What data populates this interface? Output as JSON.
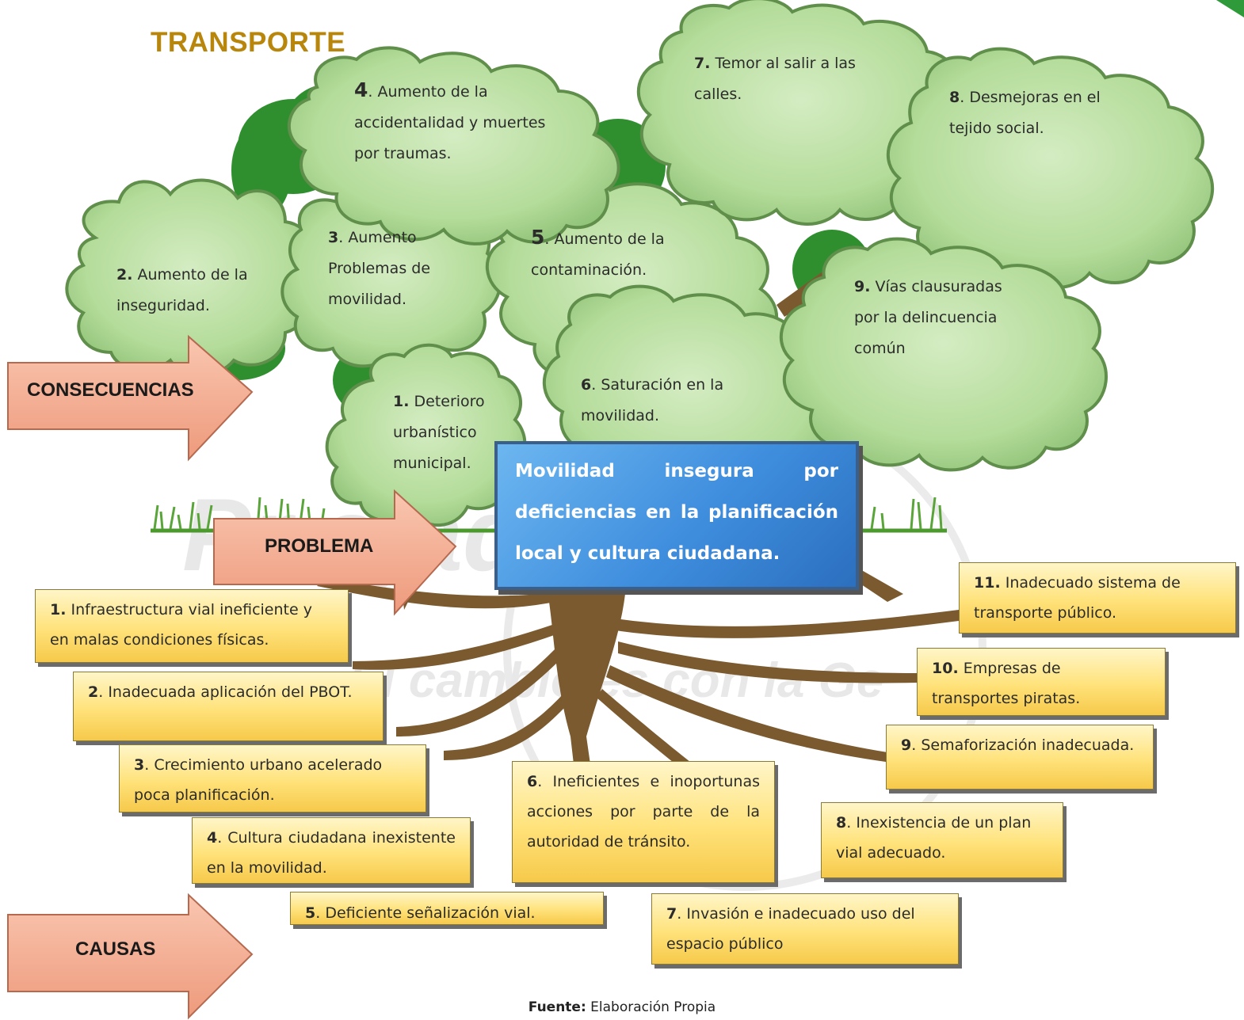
{
  "title": "TRANSPORTE",
  "labels": {
    "consequences": "CONSECUENCIAS",
    "problem": "PROBLEMA",
    "causes": "CAUSAS"
  },
  "problem": "Movilidad insegura por deficiencias en la planificación local y cultura ciudadana.",
  "consequences": [
    {
      "num": "1.",
      "text": " Deterioro urbanístico municipal."
    },
    {
      "num": "2.",
      "text": " Aumento de la inseguridad."
    },
    {
      "num": "3",
      "text": ". Aumento Problemas de movilidad."
    },
    {
      "num": "4",
      "text": ". Aumento de la accidentalidad y muertes por traumas."
    },
    {
      "num": "5",
      "text": ". Aumento de la contaminación."
    },
    {
      "num": "6",
      "text": ". Saturación en la movilidad."
    },
    {
      "num": "7.",
      "text": " Temor al salir a las calles."
    },
    {
      "num": "8",
      "text": ". Desmejoras en el tejido social."
    },
    {
      "num": "9.",
      "text": " Vías clausuradas por la delincuencia común"
    }
  ],
  "causes": [
    {
      "num": "1.",
      "text": " Infraestructura vial ineficiente y en malas condiciones físicas."
    },
    {
      "num": "2",
      "text": ".  Inadecuada aplicación del PBOT."
    },
    {
      "num": "3",
      "text": ".  Crecimiento urbano acelerado poca planificación."
    },
    {
      "num": "4",
      "text": ".          Cultura          ciudadana inexistente en la movilidad."
    },
    {
      "num": "5",
      "text": ". Deficiente señalización vial."
    },
    {
      "num": "6",
      "text": ".  Ineficientes e inoportunas acciones por parte de la autoridad de tránsito."
    },
    {
      "num": "7",
      "text": ". Invasión e inadecuado uso del espacio público"
    },
    {
      "num": "8",
      "text": ". Inexistencia de un plan vial adecuado."
    },
    {
      "num": "9",
      "text": ".  Semaforización inadecuada."
    },
    {
      "num": "10.",
      "text": " Empresas de transportes piratas."
    },
    {
      "num": "11.",
      "text": " Inadecuado sistema de transporte público."
    }
  ],
  "source": {
    "label": "Fuente:",
    "text": " Elaboración Propia"
  },
  "watermark": "El cambio es con la Gente",
  "colors": {
    "cloud": "#b4dc9a",
    "cloud_edge": "#5f8f4a",
    "box": "#ffe27a",
    "problem": "#3f8ede",
    "arrow": "#f4a78a",
    "trunk": "#7a5a2e",
    "canopy": "#2f8f2f",
    "title": "#b8860b"
  }
}
